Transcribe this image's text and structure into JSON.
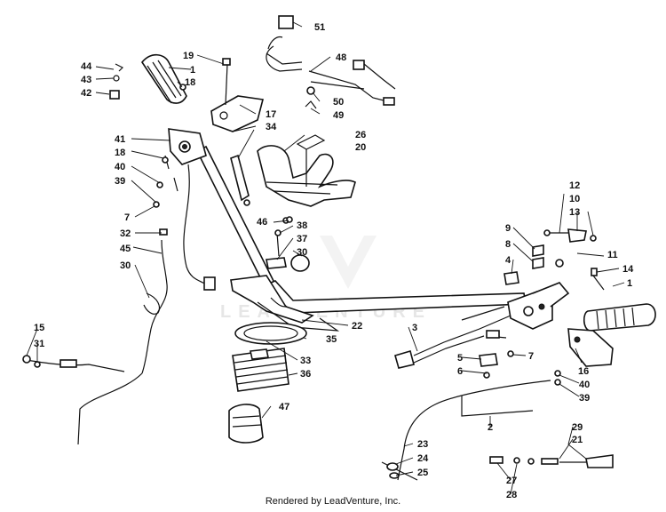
{
  "watermark": "LEADVENTURE",
  "credit": "Rendered by LeadVenture, Inc.",
  "callouts": [
    {
      "id": "c44",
      "text": "44"
    },
    {
      "id": "c43",
      "text": "43"
    },
    {
      "id": "c42",
      "text": "42"
    },
    {
      "id": "c19",
      "text": "19"
    },
    {
      "id": "c1a",
      "text": "1"
    },
    {
      "id": "c18a",
      "text": "18"
    },
    {
      "id": "c17",
      "text": "17"
    },
    {
      "id": "c34",
      "text": "34"
    },
    {
      "id": "c51",
      "text": "51"
    },
    {
      "id": "c48",
      "text": "48"
    },
    {
      "id": "c50",
      "text": "50"
    },
    {
      "id": "c49",
      "text": "49"
    },
    {
      "id": "c26",
      "text": "26"
    },
    {
      "id": "c20",
      "text": "20"
    },
    {
      "id": "c41",
      "text": "41"
    },
    {
      "id": "c18b",
      "text": "18"
    },
    {
      "id": "c40a",
      "text": "40"
    },
    {
      "id": "c39a",
      "text": "39"
    },
    {
      "id": "c7a",
      "text": "7"
    },
    {
      "id": "c32",
      "text": "32"
    },
    {
      "id": "c45",
      "text": "45"
    },
    {
      "id": "c30a",
      "text": "30"
    },
    {
      "id": "c46",
      "text": "46"
    },
    {
      "id": "c38",
      "text": "38"
    },
    {
      "id": "c37",
      "text": "37"
    },
    {
      "id": "c30b",
      "text": "30"
    },
    {
      "id": "c15",
      "text": "15"
    },
    {
      "id": "c31",
      "text": "31"
    },
    {
      "id": "c22",
      "text": "22"
    },
    {
      "id": "c35",
      "text": "35"
    },
    {
      "id": "c33",
      "text": "33"
    },
    {
      "id": "c36",
      "text": "36"
    },
    {
      "id": "c47",
      "text": "47"
    },
    {
      "id": "c3",
      "text": "3"
    },
    {
      "id": "c12",
      "text": "12"
    },
    {
      "id": "c10",
      "text": "10"
    },
    {
      "id": "c13",
      "text": "13"
    },
    {
      "id": "c9",
      "text": "9"
    },
    {
      "id": "c8",
      "text": "8"
    },
    {
      "id": "c11",
      "text": "11"
    },
    {
      "id": "c4",
      "text": "4"
    },
    {
      "id": "c14",
      "text": "14"
    },
    {
      "id": "c1b",
      "text": "1"
    },
    {
      "id": "c5",
      "text": "5"
    },
    {
      "id": "c6",
      "text": "6"
    },
    {
      "id": "c7b",
      "text": "7"
    },
    {
      "id": "c16",
      "text": "16"
    },
    {
      "id": "c40b",
      "text": "40"
    },
    {
      "id": "c39b",
      "text": "39"
    },
    {
      "id": "c2",
      "text": "2"
    },
    {
      "id": "c29",
      "text": "29"
    },
    {
      "id": "c21",
      "text": "21"
    },
    {
      "id": "c23",
      "text": "23"
    },
    {
      "id": "c24",
      "text": "24"
    },
    {
      "id": "c25",
      "text": "25"
    },
    {
      "id": "c27",
      "text": "27"
    },
    {
      "id": "c28",
      "text": "28"
    }
  ]
}
